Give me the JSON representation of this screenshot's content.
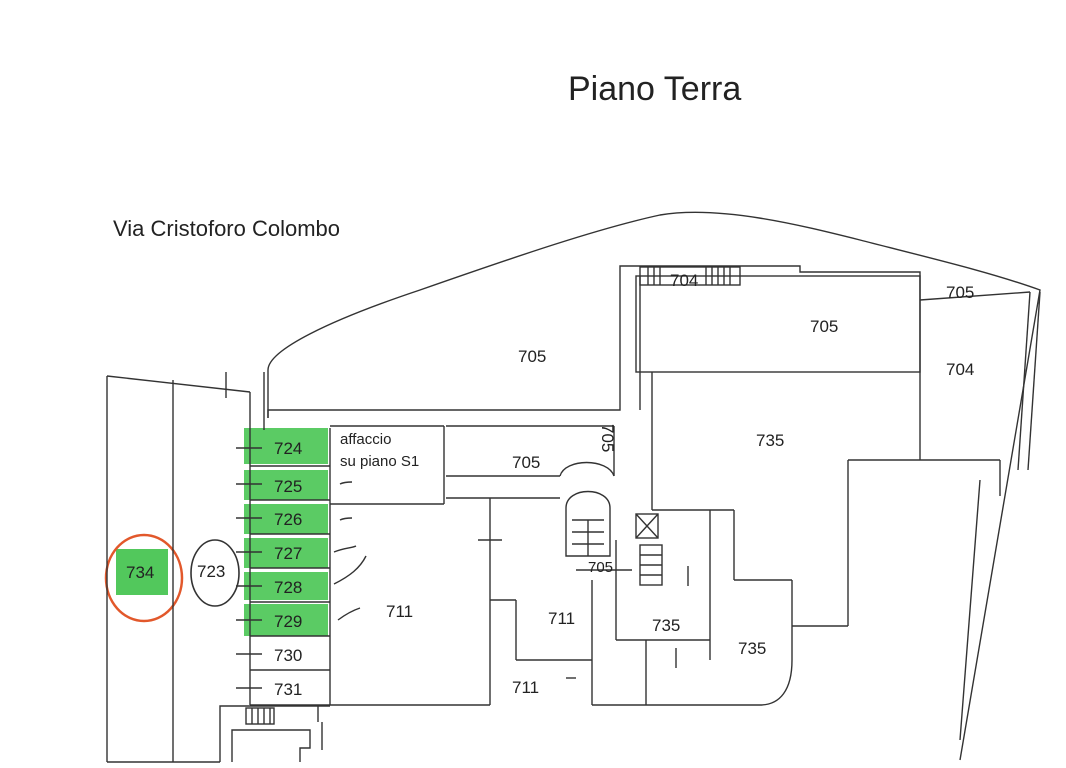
{
  "title": "Piano Terra",
  "street": "Via Cristoforo Colombo",
  "highlight_color": "#3fc24a",
  "circle_color": "#e2582b",
  "units": {
    "u705_top": "705",
    "u705_right": "705",
    "u705_edge": "705",
    "u704_top": "704",
    "u704_right": "704",
    "u705_center": "705",
    "u705_vertical": "705",
    "u735_top": "735",
    "u735_mid": "735",
    "u735_bottom": "735",
    "u711_left": "711",
    "u711_mid": "711",
    "u711_bottom": "711",
    "u705_stair": "705",
    "u724": "724",
    "u725": "725",
    "u726": "726",
    "u727": "727",
    "u728": "728",
    "u729": "729",
    "u730": "730",
    "u731": "731",
    "u734": "734",
    "u723": "723"
  },
  "notes": {
    "affaccio_line1": "affaccio",
    "affaccio_line2": "su piano S1"
  }
}
